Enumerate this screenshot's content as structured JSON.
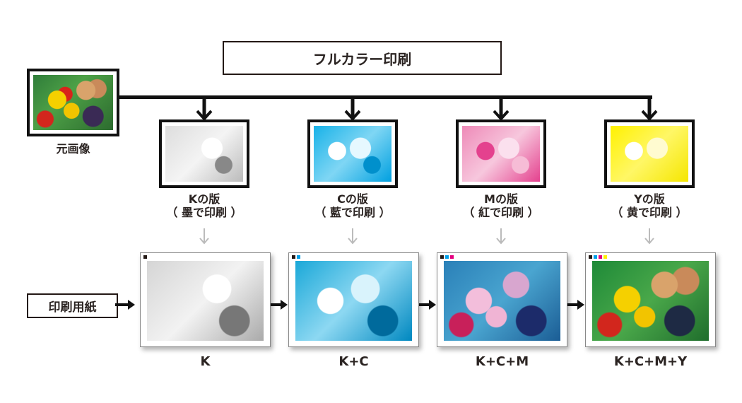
{
  "title": "フルカラー印刷",
  "original": {
    "label": "元画像"
  },
  "plates": [
    {
      "name": "Kの版",
      "sub": "（ 墨で印刷 ）",
      "color": "#9a9a9a"
    },
    {
      "name": "Cの版",
      "sub": "（ 藍で印刷 ）",
      "color": "#00a0e0"
    },
    {
      "name": "Mの版",
      "sub": "（ 紅で印刷 ）",
      "color": "#e4418e"
    },
    {
      "name": "Yの版",
      "sub": "（ 黄で印刷 ）",
      "color": "#fff100"
    }
  ],
  "paper_label": "印刷用紙",
  "sheets": [
    {
      "label": "K",
      "marks": [
        "#231815"
      ]
    },
    {
      "label": "K+C",
      "marks": [
        "#231815",
        "#00a0e9"
      ]
    },
    {
      "label": "K+C+M",
      "marks": [
        "#231815",
        "#00a0e9",
        "#e4007f"
      ]
    },
    {
      "label": "K+C+M+Y",
      "marks": [
        "#231815",
        "#00a0e9",
        "#e4007f",
        "#fff100"
      ]
    }
  ]
}
